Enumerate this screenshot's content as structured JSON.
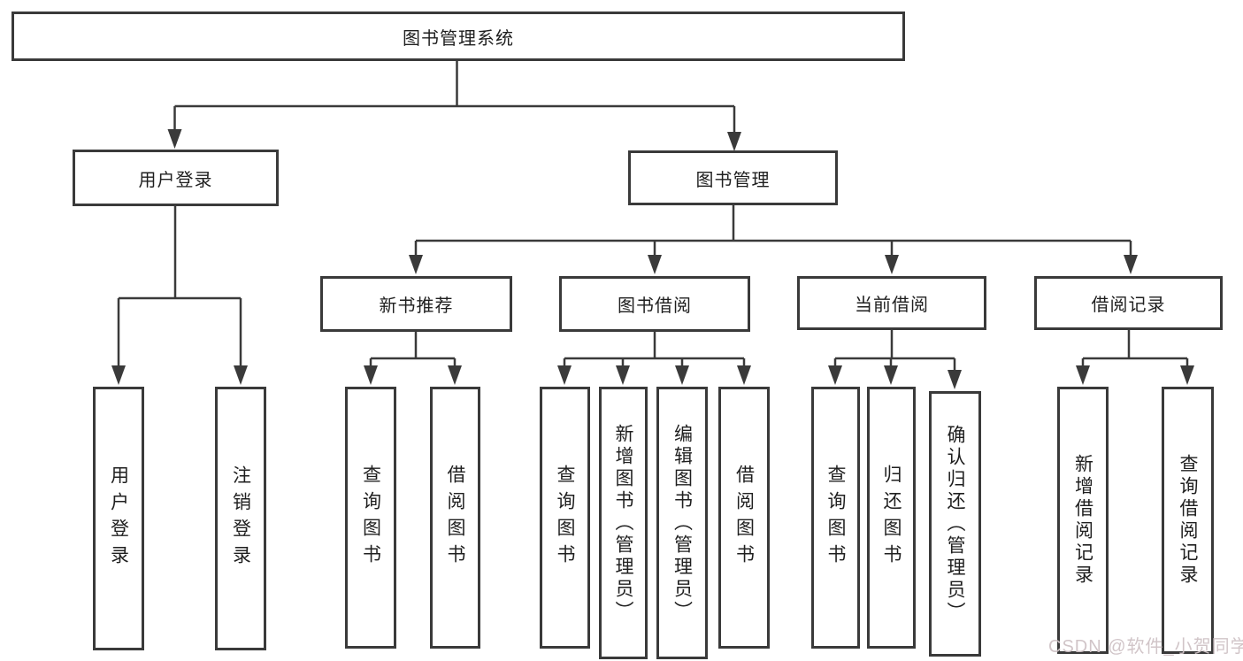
{
  "diagram": {
    "root": "图书管理系统",
    "level2": [
      "用户登录",
      "图书管理"
    ],
    "level3": [
      "新书推荐",
      "图书借阅",
      "当前借阅",
      "借阅记录"
    ],
    "leaves": {
      "user": [
        "用户登录",
        "注销登录"
      ],
      "recommend": [
        "查询图书",
        "借阅图书"
      ],
      "borrow": [
        "查询图书",
        "新增图书（管理员）",
        "编辑图书（管理员）",
        "借阅图书"
      ],
      "current": [
        "查询图书",
        "归还图书",
        "确认归还（管理员）"
      ],
      "record": [
        "新增借阅记录",
        "查询借阅记录"
      ]
    }
  },
  "watermark": {
    "text": "CSDN @软件_小贺同学"
  },
  "colors": {
    "line": "#3a3a3a",
    "text": "#1f1f1f",
    "watermark": "#cfc2c6",
    "background": "#ffffff"
  }
}
